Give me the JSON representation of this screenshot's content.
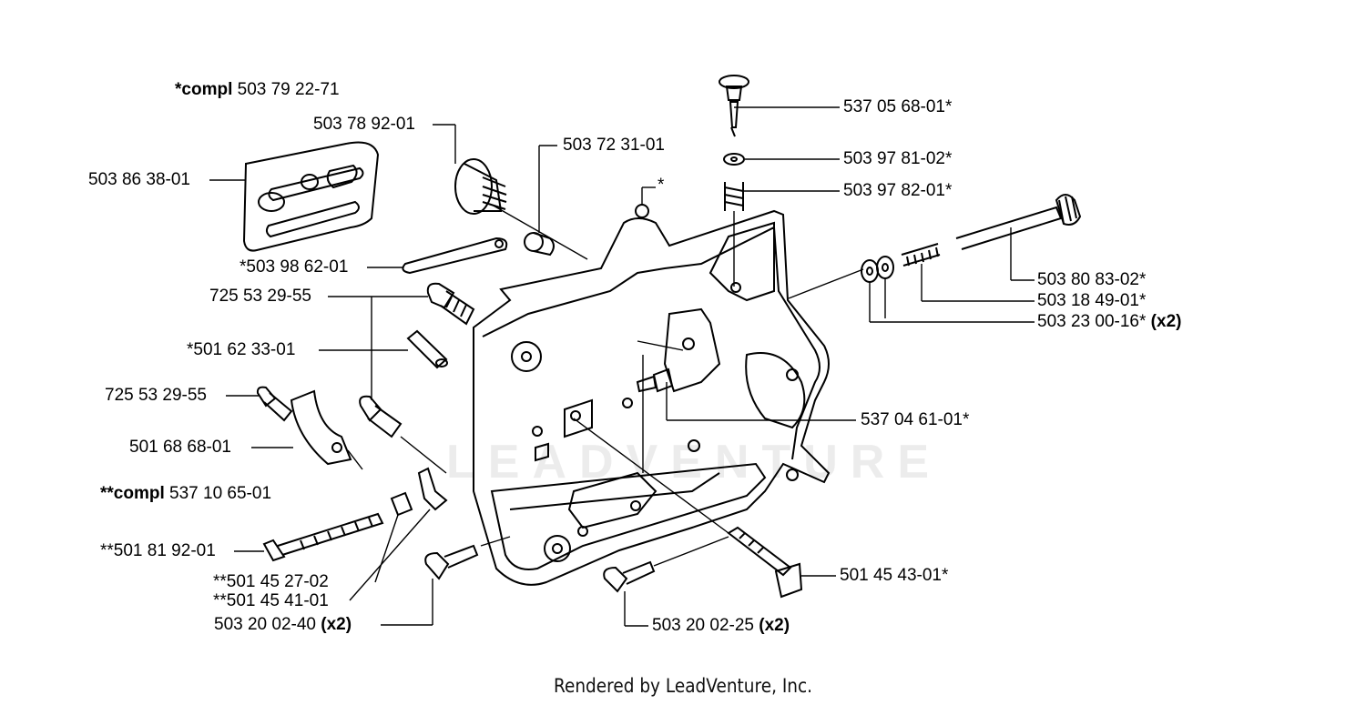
{
  "labels": {
    "compl_1": "*compl",
    "compl_1_num": " 503 79 22-71",
    "l_503789201": "503 78 92-01",
    "l_503723101": "503 72 31-01",
    "l_503863801": "503 86 38-01",
    "l_503986201": "*503 98 62-01",
    "l_725532955a": "725 53 29-55",
    "l_501623301": "*501 62 33-01",
    "l_725532955b": "725 53 29-55",
    "l_501686801": "501 68 68-01",
    "compl_2": "**compl",
    "compl_2_num": " 537 10 65-01",
    "l_501819201": "**501 81 92-01",
    "l_501452702": "**501 45 27-02",
    "l_501454101": "**501 45 41-01",
    "l_503200240": "503 20 02-40 ",
    "x2_a": "(x2)",
    "l_503200225": "503 20 02-25 ",
    "x2_b": "(x2)",
    "l_501454301": "501 45 43-01*",
    "l_537046101": "537 04 61-01*",
    "l_503230016": "503 23 00-16* ",
    "x2_c": "(x2)",
    "l_503184901": "503 18 49-01*",
    "l_503808302": "503 80 83-02*",
    "l_503978201": "503 97 82-01*",
    "l_503978102": "503 97 81-02*",
    "l_537056801": "537 05 68-01*",
    "star": "*"
  },
  "watermark": "LEADVENTURE",
  "footer": "Rendered by LeadVenture, Inc."
}
